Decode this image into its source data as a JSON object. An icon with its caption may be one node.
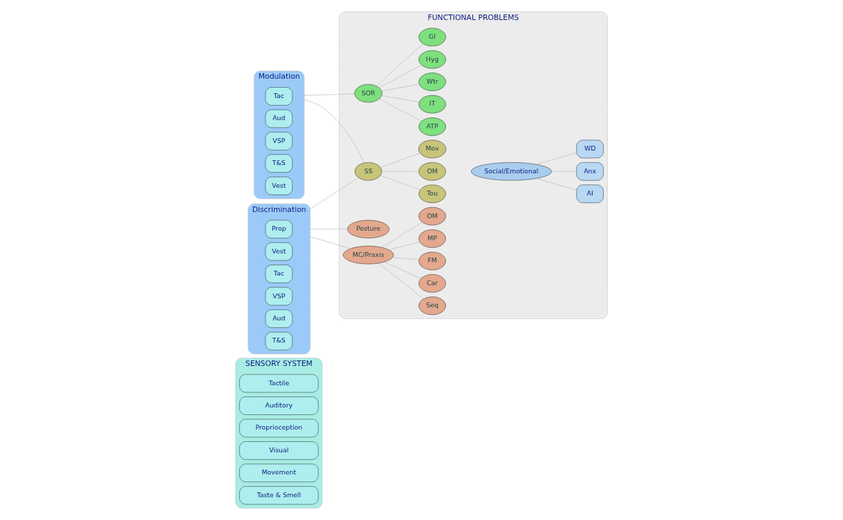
{
  "diagram": {
    "nodes": [
      {
        "text": [
          "SENSORY SYSTEM"
        ]
      },
      {
        "text": [
          "Tactile"
        ],
        "in": 0
      },
      {
        "text": [
          "Auditory"
        ],
        "in": 0
      },
      {
        "text": [
          "Proprioception"
        ],
        "in": 0
      },
      {
        "text": [
          "Visual"
        ],
        "in": 0
      },
      {
        "text": [
          "Movement"
        ],
        "in": 0
      },
      {
        "text": [
          "Taste & Smell"
        ],
        "in": 0
      },
      {
        "text": [
          "Modulation"
        ]
      },
      {
        "text": [
          "Tac"
        ],
        "in": 7
      },
      {
        "text": [
          "Aud"
        ],
        "in": 7
      },
      {
        "text": [
          "VSP"
        ],
        "in": 7
      },
      {
        "text": [
          "T&S"
        ],
        "in": 7
      },
      {
        "text": [
          "Vest"
        ],
        "in": 7
      },
      {
        "text": [
          "Discrimination"
        ]
      },
      {
        "text": [
          "Prop"
        ],
        "in": 13
      },
      {
        "text": [
          "Vest"
        ],
        "in": 13
      },
      {
        "text": [
          "Tac"
        ],
        "in": 13
      },
      {
        "text": [
          "VSP"
        ],
        "in": 13
      },
      {
        "text": [
          "Aud"
        ],
        "in": 13
      },
      {
        "text": [
          "T&S"
        ],
        "in": 13
      },
      {
        "text": [
          "FUNCTIONAL PROBLEMS"
        ]
      },
      {
        "text": [
          "SOR"
        ],
        "in": 20
      },
      {
        "text": [
          "ATP"
        ],
        "in": 20
      },
      {
        "text": [
          "IT"
        ],
        "in": 20
      },
      {
        "text": [
          "Wtr"
        ],
        "in": 20
      },
      {
        "text": [
          "Hyg"
        ],
        "in": 20
      },
      {
        "text": [
          "GI"
        ],
        "in": 20
      },
      {
        "text": [
          "SS"
        ],
        "in": 20
      },
      {
        "text": [
          "Tou"
        ],
        "in": 20
      },
      {
        "text": [
          "OM"
        ],
        "in": 20
      },
      {
        "text": [
          "Mov"
        ],
        "in": 20
      },
      {
        "text": [
          "Posture"
        ],
        "in": 20
      },
      {
        "text": [
          "MC/Praxis"
        ],
        "in": 20
      },
      {
        "text": [
          "Seq"
        ],
        "in": 20
      },
      {
        "text": [
          "Car"
        ],
        "in": 20
      },
      {
        "text": [
          "FM"
        ],
        "in": 20
      },
      {
        "text": [
          "MP"
        ],
        "in": 20
      },
      {
        "text": [
          "OM"
        ],
        "in": 20
      },
      {
        "text": [
          "Social/Emotional"
        ],
        "in": 20
      },
      {
        "text": [
          "AI"
        ],
        "in": 20
      },
      {
        "text": [
          "Anx"
        ],
        "in": 20
      },
      {
        "text": [
          "WD"
        ],
        "in": 20
      }
    ],
    "edges": [
      {
        "from": 7,
        "to": 21,
        "arrow": "none"
      },
      {
        "from": 7,
        "to": 27,
        "arrow": "none"
      },
      {
        "from": 13,
        "to": 27,
        "arrow": "none"
      },
      {
        "from": 13,
        "to": 31,
        "arrow": "none"
      },
      {
        "from": 13,
        "to": 32,
        "arrow": "none"
      },
      {
        "from": 21,
        "to": 22,
        "arrow": "none"
      },
      {
        "from": 21,
        "to": 23,
        "arrow": "none"
      },
      {
        "from": 21,
        "to": 24,
        "arrow": "none"
      },
      {
        "from": 21,
        "to": 25,
        "arrow": "none"
      },
      {
        "from": 21,
        "to": 26,
        "arrow": "none"
      },
      {
        "from": 27,
        "to": 28,
        "arrow": "none"
      },
      {
        "from": 27,
        "to": 29,
        "arrow": "none"
      },
      {
        "from": 27,
        "to": 30,
        "arrow": "none"
      },
      {
        "from": 32,
        "to": 33,
        "arrow": "none"
      },
      {
        "from": 32,
        "to": 34,
        "arrow": "none"
      },
      {
        "from": 32,
        "to": 35,
        "arrow": "none"
      },
      {
        "from": 32,
        "to": 36,
        "arrow": "none"
      },
      {
        "from": 32,
        "to": 37,
        "arrow": "none"
      },
      {
        "from": 38,
        "to": 39,
        "arrow": "none"
      },
      {
        "from": 38,
        "to": 40,
        "arrow": "none"
      },
      {
        "from": 38,
        "to": 41,
        "arrow": "none"
      }
    ]
  }
}
